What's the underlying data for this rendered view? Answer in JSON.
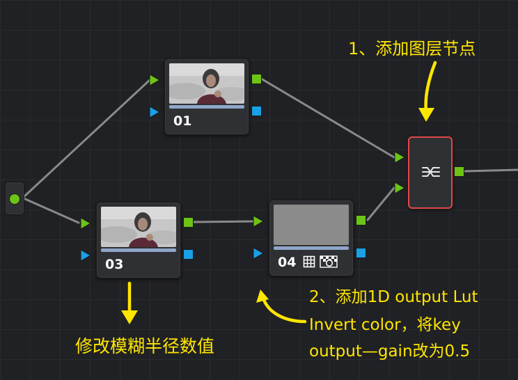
{
  "nodes": {
    "n01": {
      "label": "01"
    },
    "n03": {
      "label": "03"
    },
    "n04": {
      "label": "04"
    }
  },
  "annotations": {
    "layer_node": "1、添加图层节点",
    "lut_line1": "2、添加1D output Lut",
    "lut_line2": "Invert color，将key",
    "lut_line3": "output—gain改为0.5",
    "blur": "修改模糊半径数值"
  },
  "colors": {
    "canvas": "#202124",
    "node": "#2f3033",
    "port_green": "#6cc417",
    "port_blue": "#19a0e6",
    "selected_border": "#e0494b",
    "annotation": "#ffe600",
    "connector": "#8a8a8a"
  },
  "icons": {
    "layer_mixer": "layer-mixer-icon",
    "grid": "grid-icon",
    "key": "key-icon"
  }
}
